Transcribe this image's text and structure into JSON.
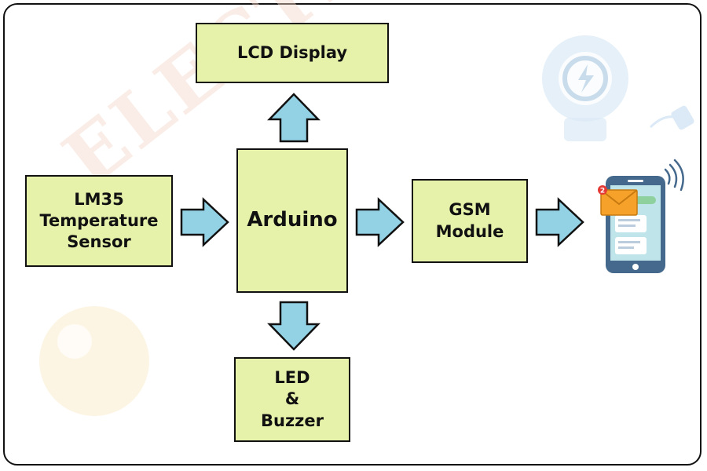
{
  "diagram": {
    "blocks": {
      "lcd": "LCD Display",
      "sensor": "LM35\nTemperature\nSensor",
      "arduino": "Arduino",
      "gsm": "GSM\nModule",
      "led": "LED\n&\nBuzzer"
    },
    "watermark": "ELECTRODUINO",
    "phone_badge": "2"
  },
  "colors": {
    "block_fill": "#e6f2aa",
    "arrow_fill": "#92d2e4",
    "watermark": "#f5d7c8",
    "phone_frame": "#45698c",
    "phone_screen": "#bfe5ea",
    "envelope": "#f6a12a",
    "badge": "#e53935"
  },
  "icons": [
    "lightbulb-watermark-icon",
    "plug-icon",
    "smartphone-icon",
    "envelope-icon",
    "signal-waves-icon"
  ]
}
